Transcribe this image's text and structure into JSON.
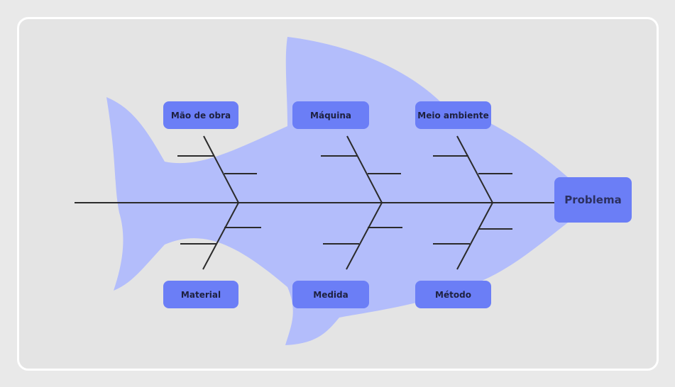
{
  "diagram": {
    "type": "fishbone",
    "problem": "Problema",
    "categories_top": [
      "Mão de obra",
      "Máquina",
      "Meio ambiente"
    ],
    "categories_bottom": [
      "Material",
      "Medida",
      "Método"
    ]
  },
  "colors": {
    "background": "#e9e9e9",
    "fish_body": "#b3bdfb",
    "box_fill": "#6b7ef6",
    "line": "#2b2b2b"
  }
}
